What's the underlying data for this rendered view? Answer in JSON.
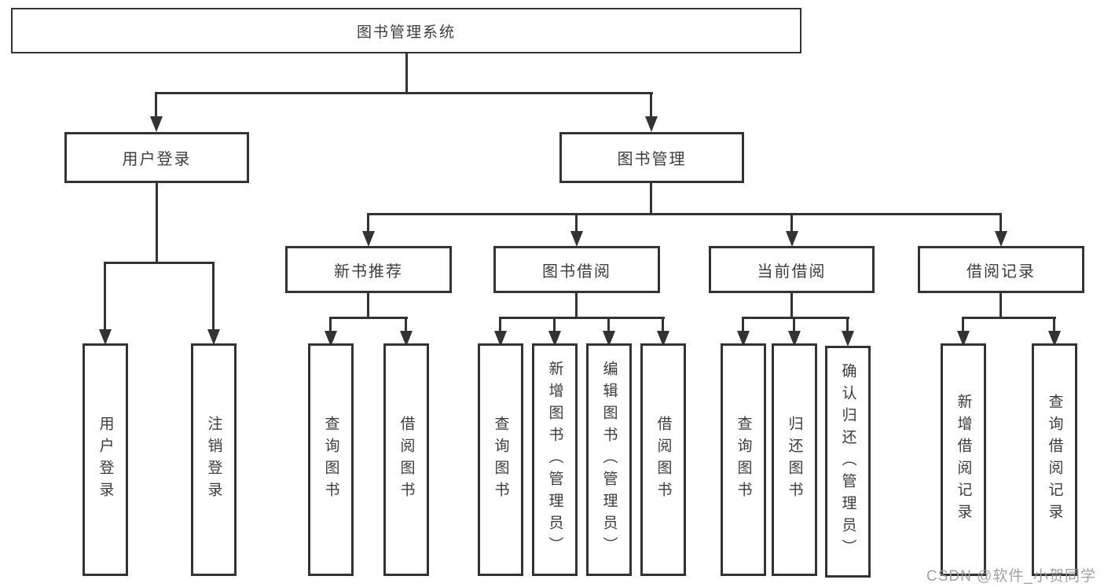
{
  "tree": {
    "root": {
      "label": "图书管理系统",
      "children": [
        {
          "label": "用户登录",
          "children": [
            {
              "label": "用户登录"
            },
            {
              "label": "注销登录"
            }
          ]
        },
        {
          "label": "图书管理",
          "children": [
            {
              "label": "新书推荐",
              "children": [
                {
                  "label": "查询图书"
                },
                {
                  "label": "借阅图书"
                }
              ]
            },
            {
              "label": "图书借阅",
              "children": [
                {
                  "label": "查询图书"
                },
                {
                  "label": "新增图书（管理员）"
                },
                {
                  "label": "编辑图书（管理员）"
                },
                {
                  "label": "借阅图书"
                }
              ]
            },
            {
              "label": "当前借阅",
              "children": [
                {
                  "label": "查询图书"
                },
                {
                  "label": "归还图书"
                },
                {
                  "label": "确认归还（管理员）"
                }
              ]
            },
            {
              "label": "借阅记录",
              "children": [
                {
                  "label": "新增借阅记录"
                },
                {
                  "label": "查询借阅记录"
                }
              ]
            }
          ]
        }
      ]
    }
  },
  "watermark": {
    "text": "CSDN @软件_小贺同学"
  },
  "colors": {
    "line": "#333333",
    "text": "#3c3c3c",
    "background": "#ffffff",
    "watermark": "#94989d"
  }
}
